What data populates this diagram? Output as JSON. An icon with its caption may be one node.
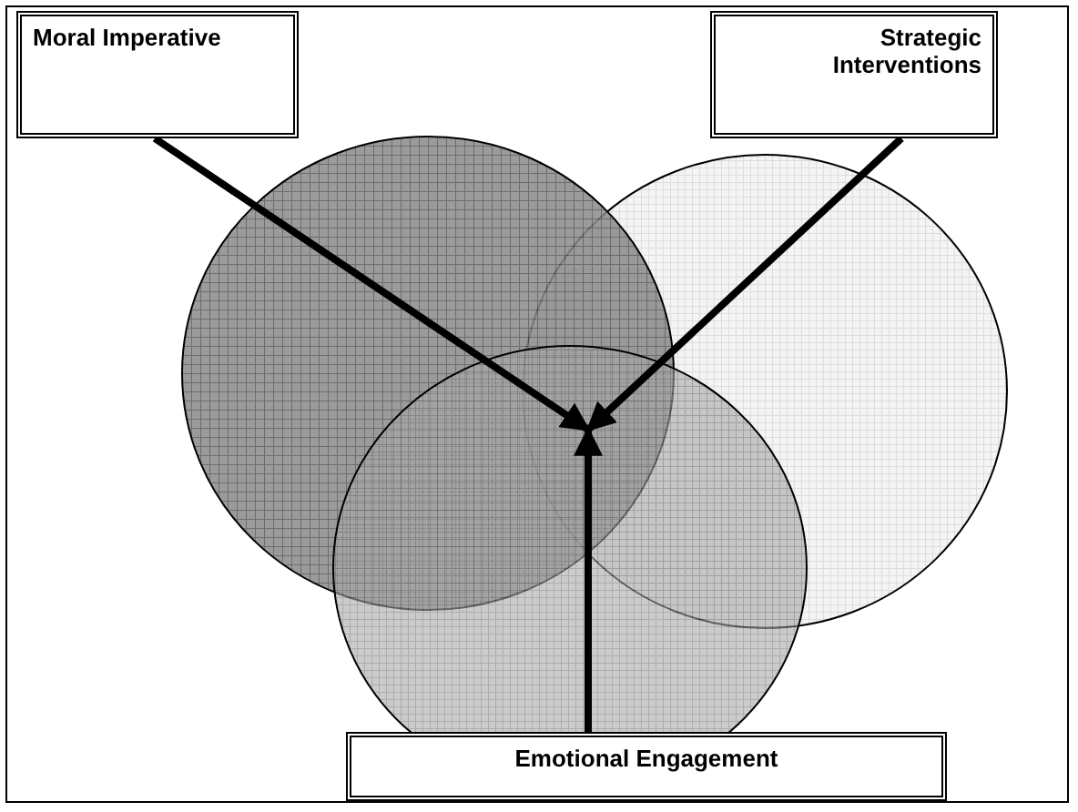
{
  "diagram": {
    "nodes": [
      {
        "text": [
          "Moral Imperative"
        ]
      },
      {
        "text": [
          "Strategic Interventions"
        ]
      },
      {
        "text": [
          "Emotional Engagement"
        ]
      }
    ],
    "edges": [
      {
        "from": 0,
        "to": null,
        "arrow": "to"
      },
      {
        "from": 1,
        "to": null,
        "arrow": "to"
      },
      {
        "from": 2,
        "to": null,
        "arrow": "to"
      }
    ]
  }
}
